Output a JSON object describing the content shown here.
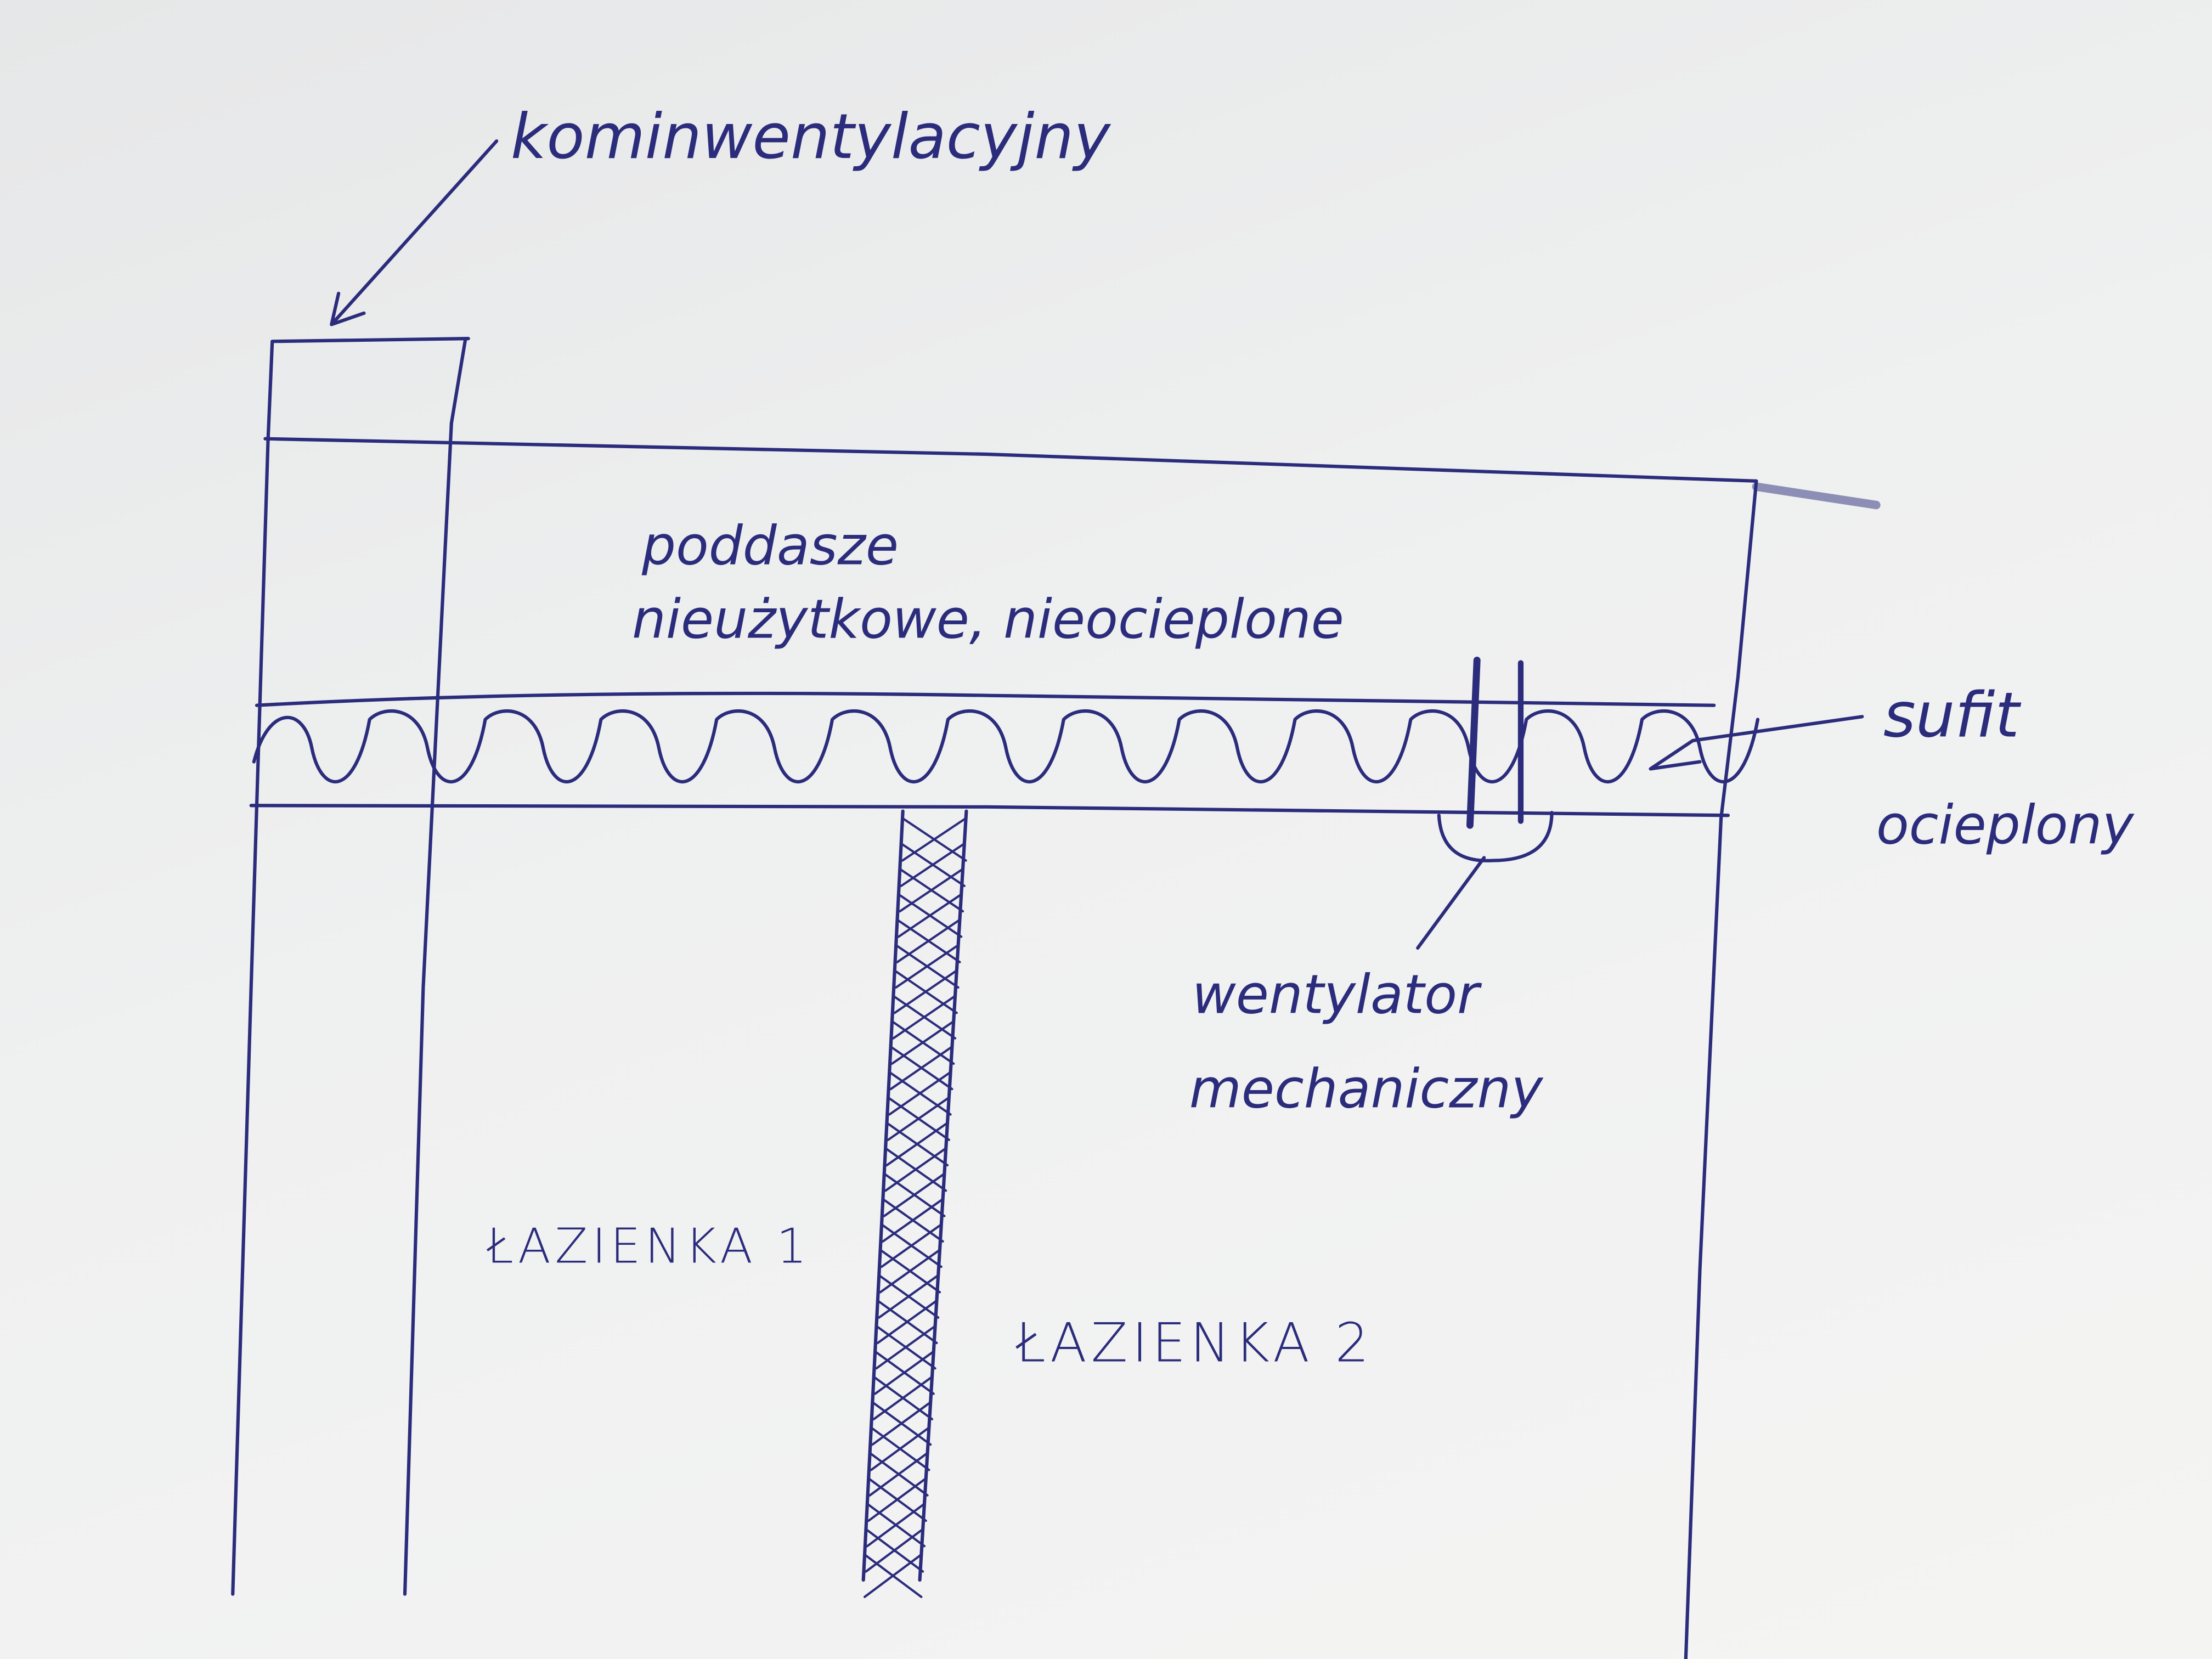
{
  "labels": {
    "chimney": "kominwentylacyjny",
    "attic_line1": "poddasze",
    "attic_line2": "nieużytkowe, nieocieplone",
    "ceiling_line1": "sufit",
    "ceiling_line2": "ocieplony",
    "fan_line1": "wentylator",
    "fan_line2": "mechaniczny",
    "bathroom1": "ŁAZIENKA 1",
    "bathroom2": "ŁAZIENKA 2"
  },
  "colors": {
    "ink": "#2b2c7c",
    "paper": "#eeefef"
  }
}
